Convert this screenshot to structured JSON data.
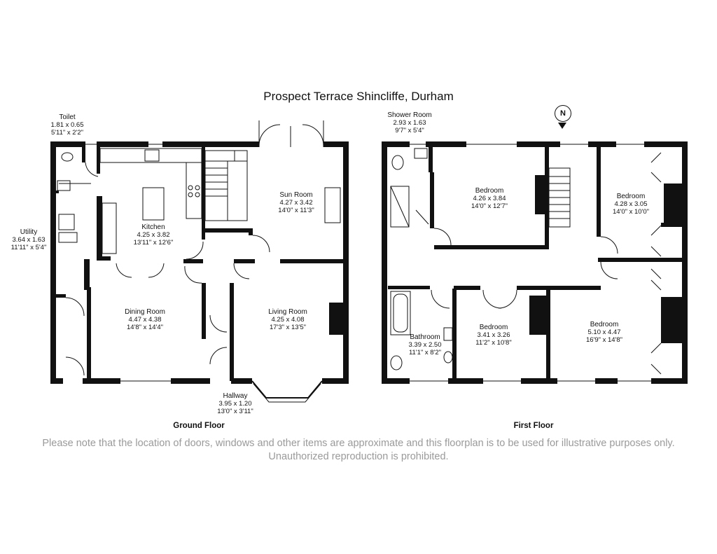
{
  "title": "Prospect Terrace Shincliffe, Durham",
  "north_label": "N",
  "floors": {
    "ground": "Ground Floor",
    "first": "First Floor"
  },
  "rooms": {
    "toilet": {
      "name": "Toilet",
      "metric": "1.81 x 0.65",
      "imperial": "5'11\" x 2'2\""
    },
    "utility": {
      "name": "Utility",
      "metric": "3.64 x 1.63",
      "imperial": "11'11\" x 5'4\""
    },
    "kitchen": {
      "name": "Kitchen",
      "metric": "4.25 x 3.82",
      "imperial": "13'11\" x 12'6\""
    },
    "sun_room": {
      "name": "Sun Room",
      "metric": "4.27 x 3.42",
      "imperial": "14'0\" x 11'3\""
    },
    "dining_room": {
      "name": "Dining Room",
      "metric": "4.47 x 4.38",
      "imperial": "14'8\" x 14'4\""
    },
    "living_room": {
      "name": "Living Room",
      "metric": "4.25 x 4.08",
      "imperial": "17'3\" x 13'5\""
    },
    "hallway": {
      "name": "Hallway",
      "metric": "3.95 x 1.20",
      "imperial": "13'0\" x 3'11\""
    },
    "shower_room": {
      "name": "Shower Room",
      "metric": "2.93 x 1.63",
      "imperial": "9'7\" x 5'4\""
    },
    "bedroom_1": {
      "name": "Bedroom",
      "metric": "4.26 x 3.84",
      "imperial": "14'0\" x 12'7\""
    },
    "bedroom_2": {
      "name": "Bedroom",
      "metric": "4.28 x 3.05",
      "imperial": "14'0\" x 10'0\""
    },
    "bathroom": {
      "name": "Bathroom",
      "metric": "3.39 x 2.50",
      "imperial": "11'1\" x 8'2\""
    },
    "bedroom_3": {
      "name": "Bedroom",
      "metric": "3.41 x 3.26",
      "imperial": "11'2\" x 10'8\""
    },
    "bedroom_4": {
      "name": "Bedroom",
      "metric": "5.10 x 4.47",
      "imperial": "16'9\" x 14'8\""
    }
  },
  "disclaimer": "Please note that the location of doors, windows and other items are approximate and this floorplan is to be used for illustrative purposes only. Unauthorized reproduction is prohibited."
}
